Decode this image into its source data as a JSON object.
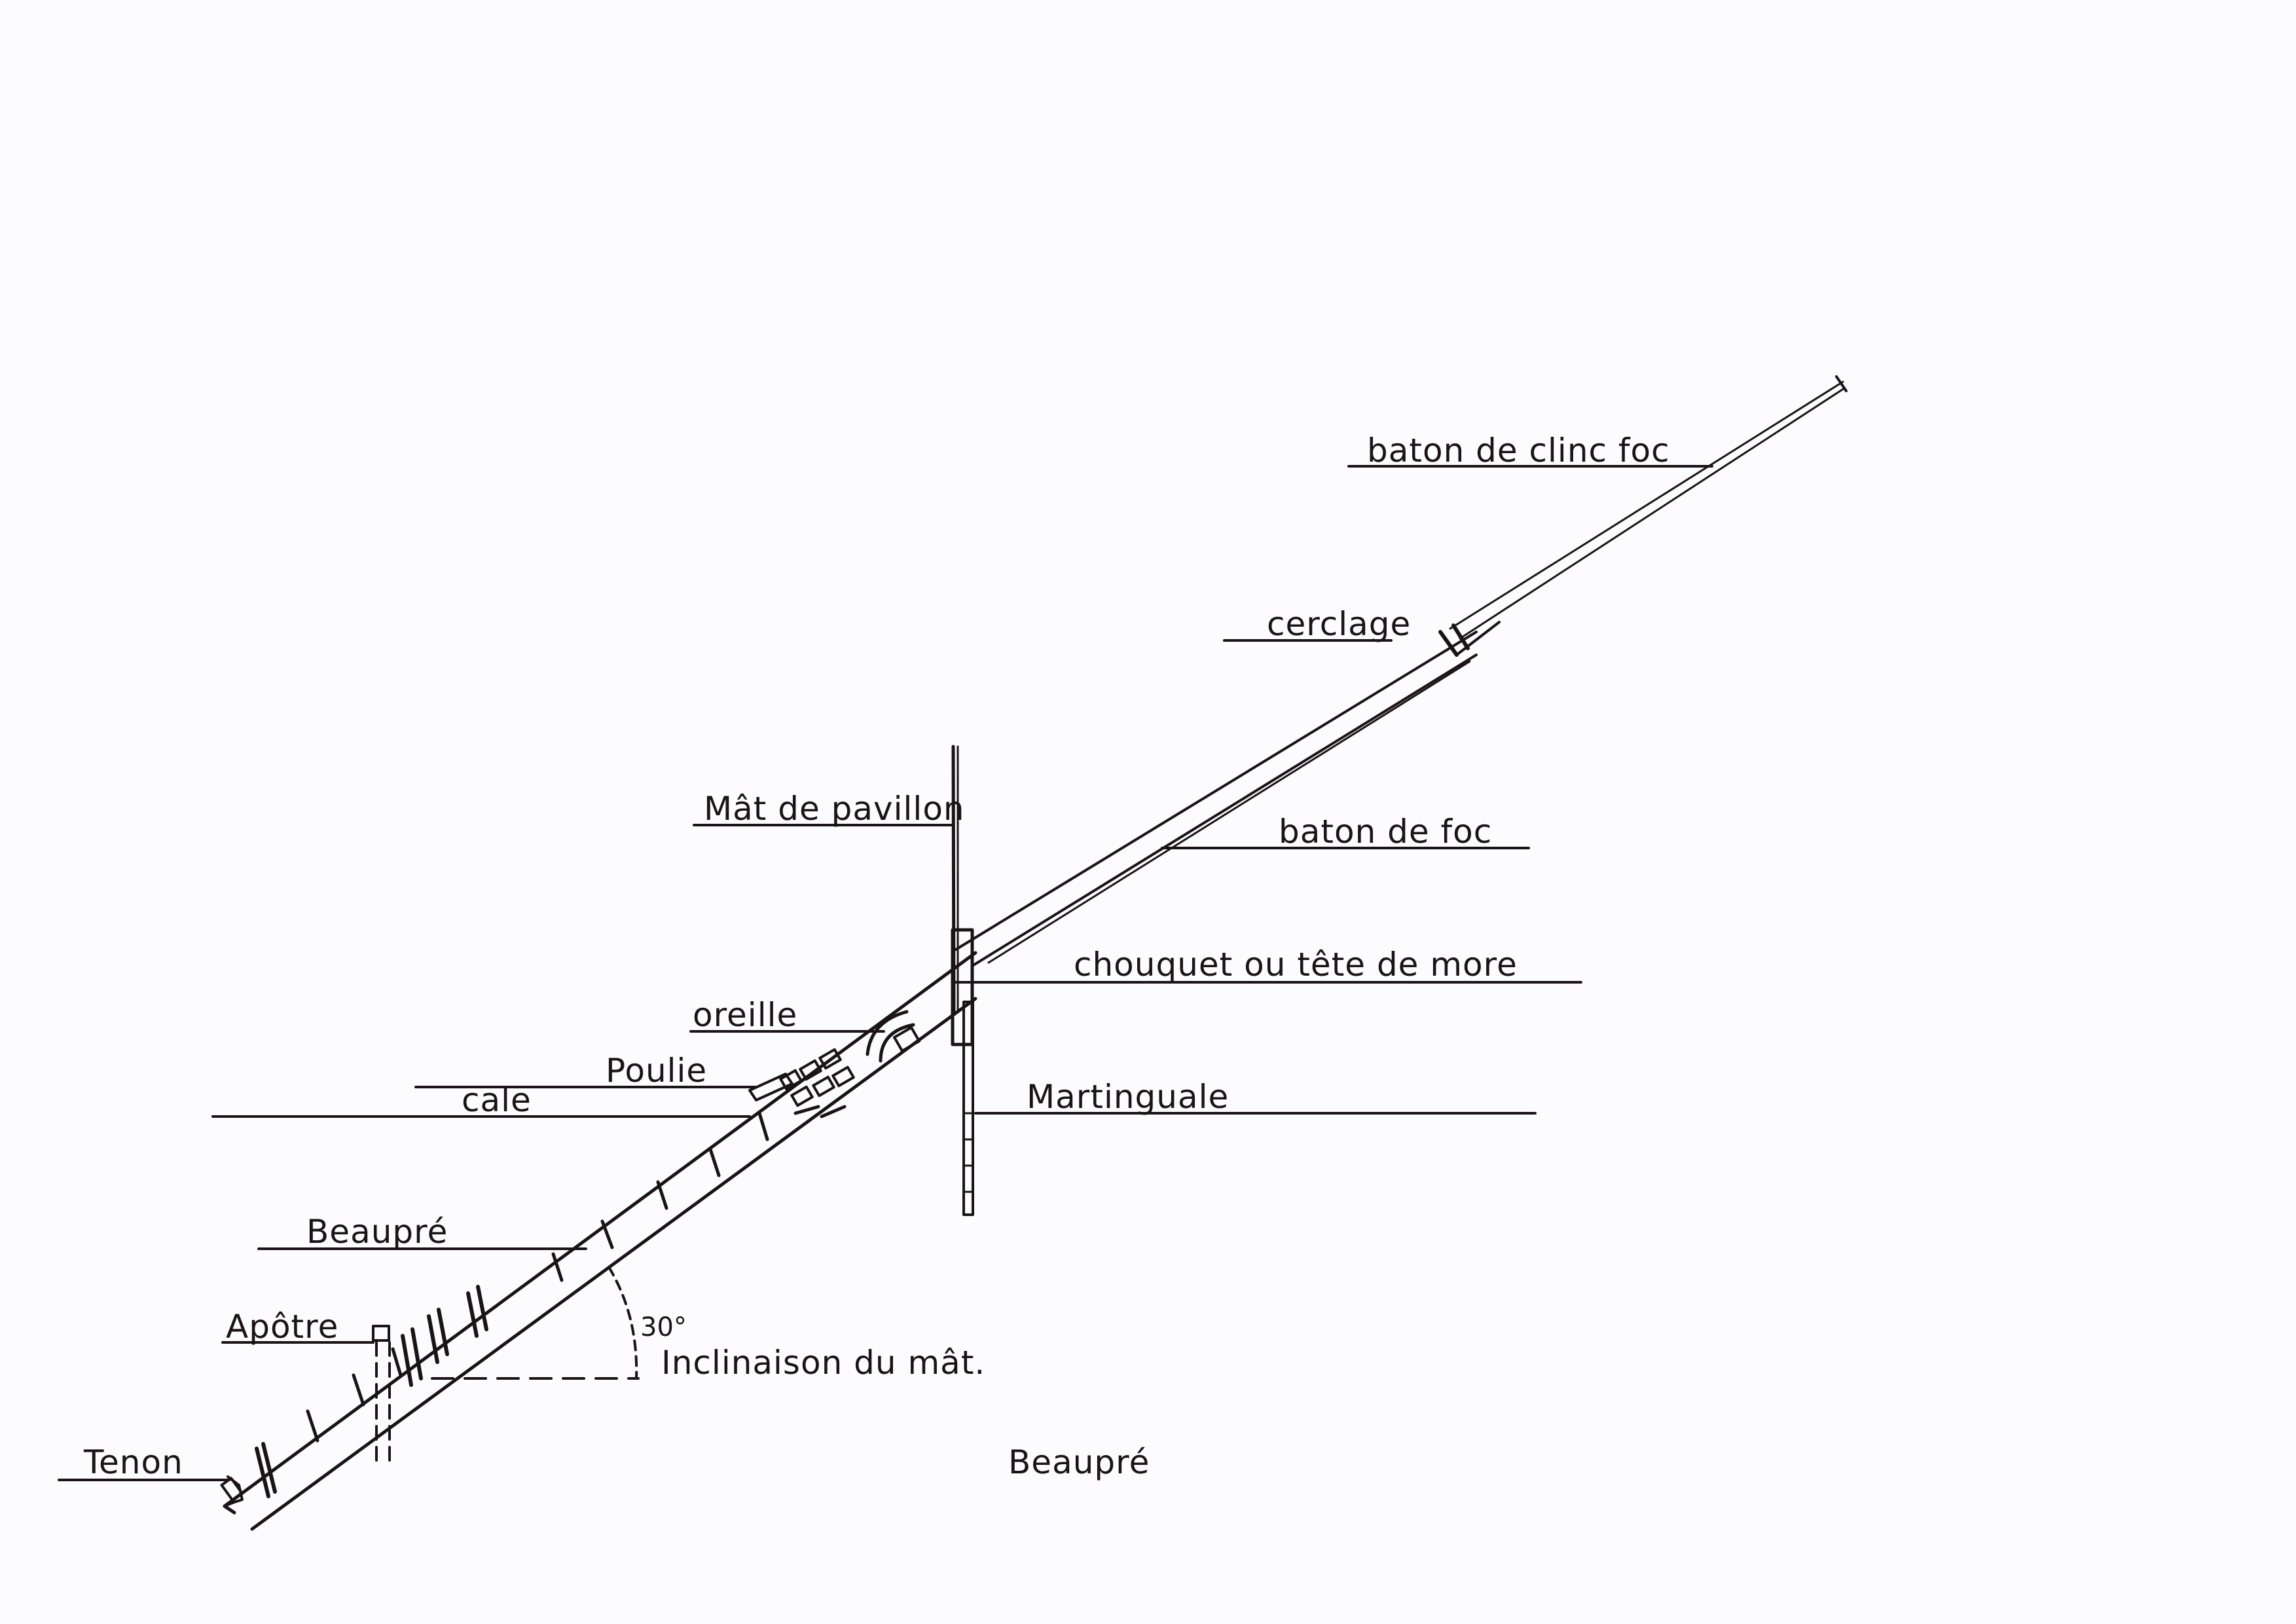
{
  "title": "Beaupré",
  "labels": {
    "baton_de_clinc_foc": "baton de clinc foc",
    "cerclage": "cerclage",
    "mat_de_pavillon": "Mât de pavillon",
    "baton_de_foc": "baton de foc",
    "chouquet": "chouquet ou tête de more",
    "oreille": "oreille",
    "poulie": "Poulie",
    "cale": "cale",
    "martinguale": "Martinguale",
    "beaupre_part": "Beaupré",
    "apotre": "Apôtre",
    "tenon": "Tenon"
  },
  "angle": {
    "value": "30°",
    "caption": "Inclinaison du mât."
  },
  "colors": {
    "ink": "#1b1414",
    "paper": "#fcfcfe"
  }
}
